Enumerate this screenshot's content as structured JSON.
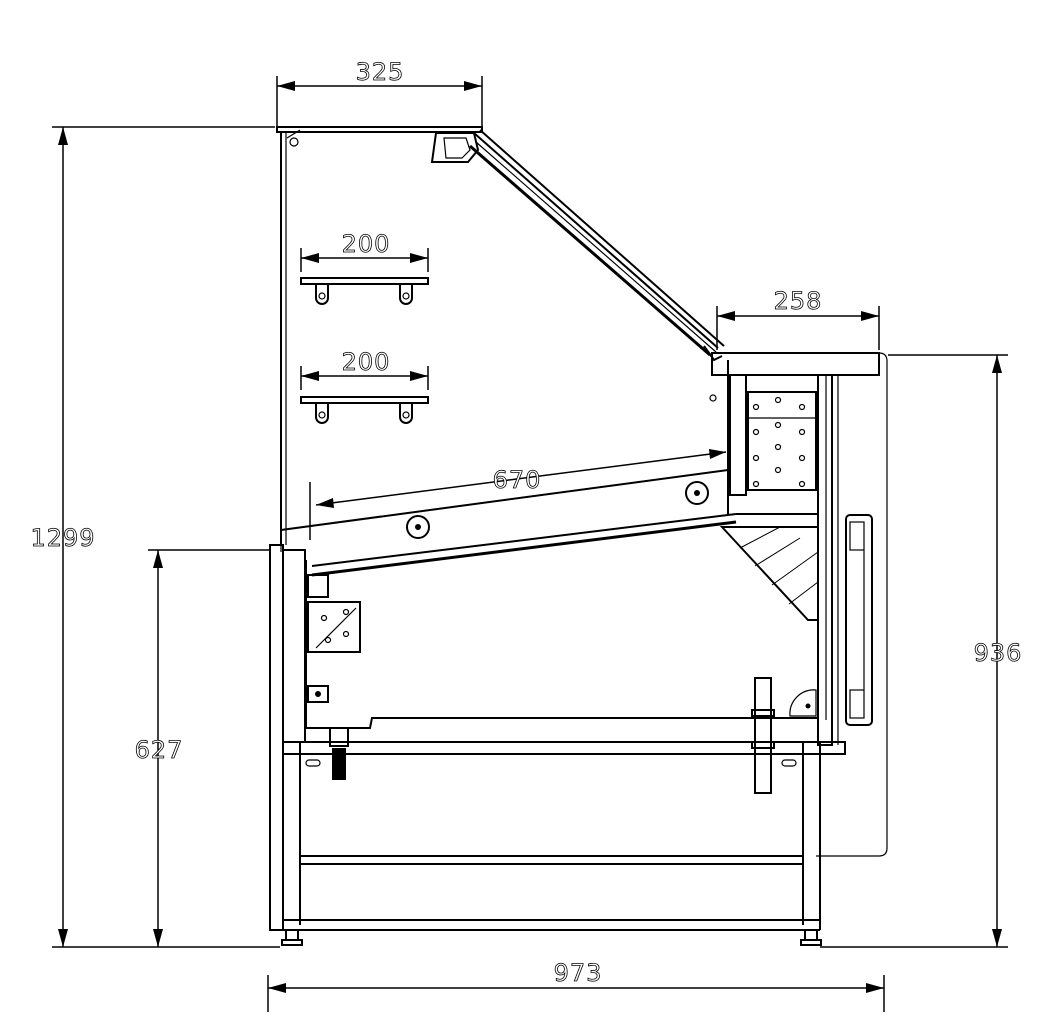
{
  "dimensions": {
    "top_width": "325",
    "shelf_upper_depth": "200",
    "shelf_lower_depth": "200",
    "rear_top_depth": "258",
    "display_depth": "670",
    "total_height": "1299",
    "rear_height": "936",
    "counter_height": "627",
    "total_depth": "973"
  },
  "colors": {
    "line": "#000000",
    "background": "#ffffff"
  }
}
